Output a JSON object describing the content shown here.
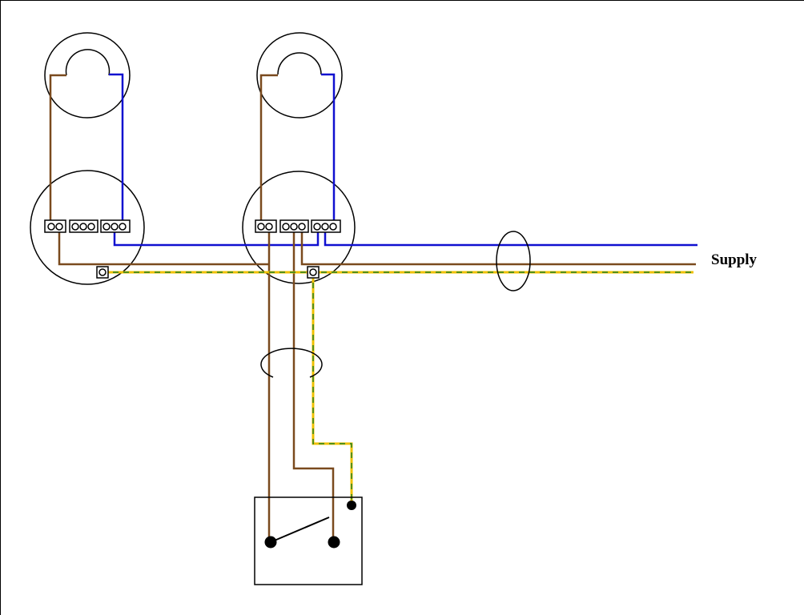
{
  "diagram": {
    "supply_label": "Supply",
    "colors": {
      "live": "#7a4a1e",
      "neutral": "#1010d0",
      "earth_base": "#f0c000",
      "earth_stripe": "#208020",
      "outline": "#000000"
    },
    "components": [
      "lamp-1",
      "lamp-2",
      "ceiling-rose-1",
      "ceiling-rose-2",
      "switch"
    ]
  }
}
